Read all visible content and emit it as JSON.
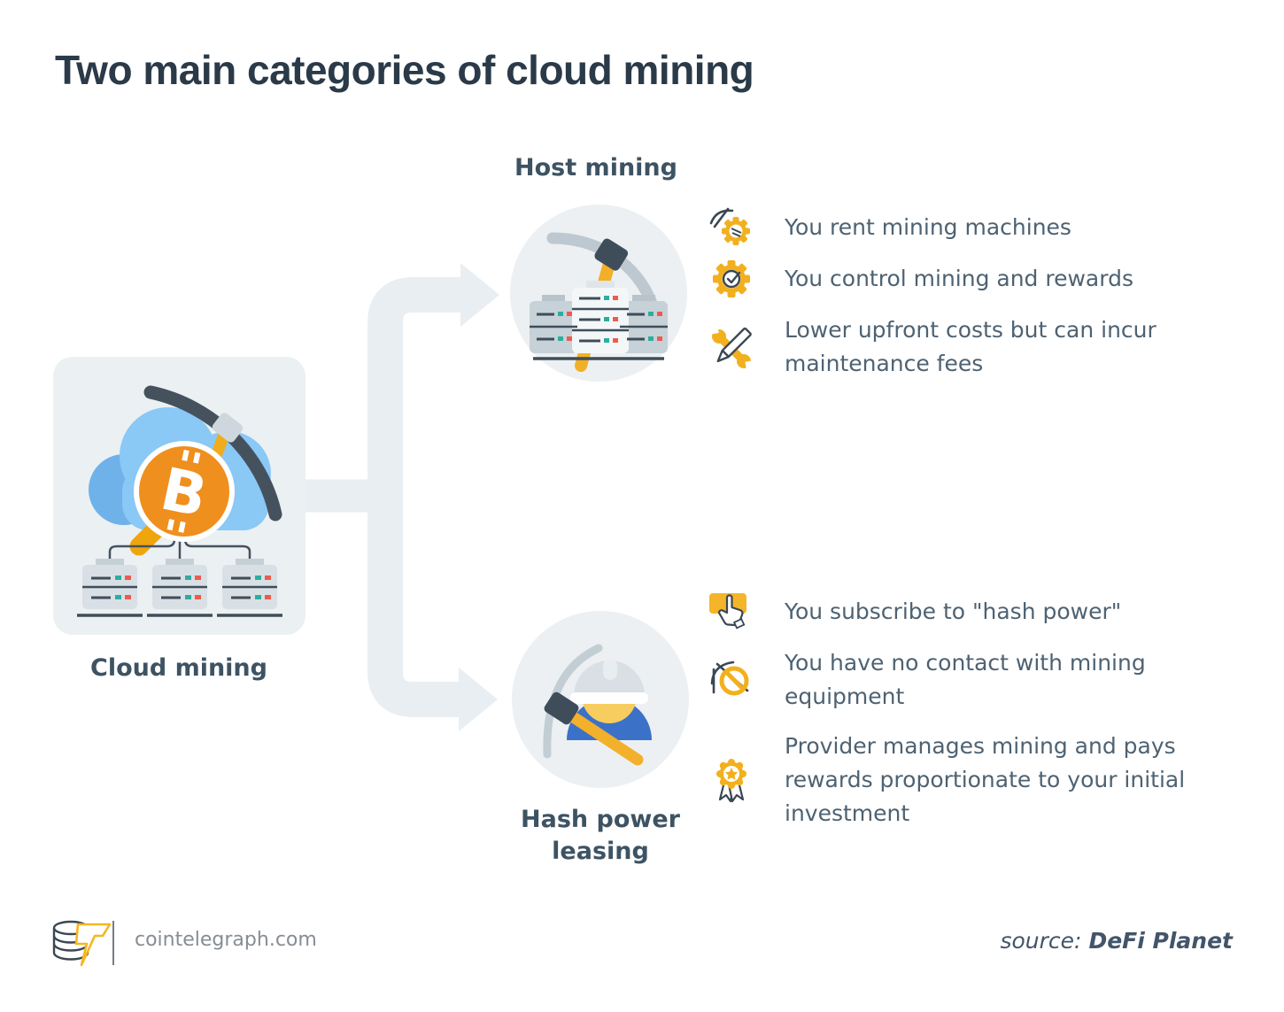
{
  "title": "Two main categories of cloud mining",
  "cloud": {
    "label": "Cloud mining"
  },
  "host": {
    "label": "Host mining",
    "bullets": [
      {
        "icon": "pickaxe-gear-icon",
        "text": "You rent mining machines"
      },
      {
        "icon": "gear-check-icon",
        "text": "You control mining and rewards"
      },
      {
        "icon": "wrench-pencil-icon",
        "text": "Lower upfront costs but can incur\nmaintenance fees"
      }
    ]
  },
  "hash": {
    "label": "Hash power\nleasing",
    "bullets": [
      {
        "icon": "button-click-icon",
        "text": "You subscribe to \"hash power\""
      },
      {
        "icon": "no-mining-contact-icon",
        "text": "You have no contact with mining\nequipment"
      },
      {
        "icon": "award-ribbon-icon",
        "text": "Provider manages mining and pays\nrewards proportionate to your initial\ninvestment"
      }
    ]
  },
  "footer": {
    "site": "cointelegraph.com",
    "source_label": "source:",
    "source_name": "DeFi Planet"
  },
  "colors": {
    "accent_yellow": "#F2B01E",
    "bitcoin_orange": "#EF8F1E",
    "cloud_blue": "#8AC8F6",
    "panel_gray": "#ECF0F3",
    "arrow_gray": "#E9EEF2",
    "title_dark": "#2B3A49",
    "label_dark": "#3D5363",
    "body_text": "#4E6272",
    "server_line": "#3E4D59",
    "teal_dot": "#2BAE9D",
    "red_dot": "#EF5A4C",
    "miner_blue": "#3B72C8"
  }
}
